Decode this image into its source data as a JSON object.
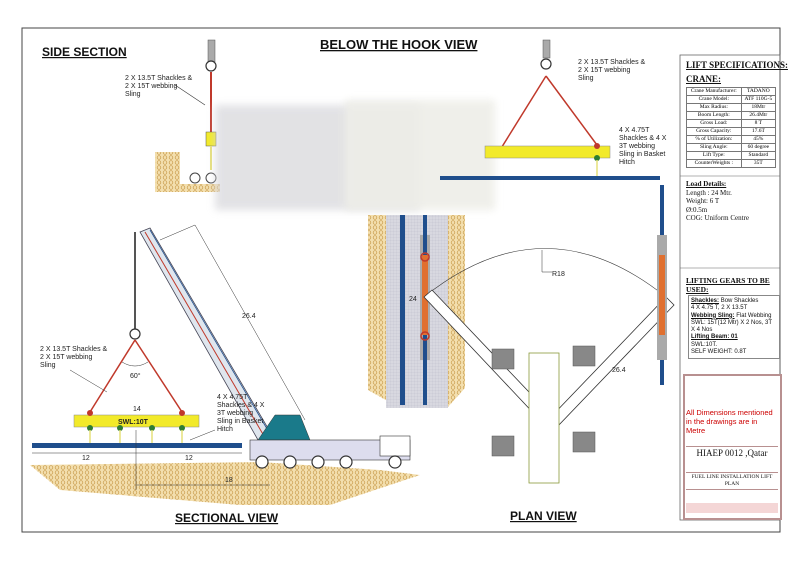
{
  "titles": {
    "side_section": "SIDE SECTION",
    "below_hook": "BELOW THE HOOK VIEW",
    "sectional_view": "SECTIONAL VIEW",
    "plan_view": "PLAN VIEW"
  },
  "annotations": {
    "side_sling": [
      "2 X 13.5T Shackles &",
      "2 X 15T webbing",
      "Sling"
    ],
    "basket": [
      "4 X 4.75T",
      "Shackles & 4 X",
      "3T webbing",
      "Sling in Basket",
      "Hitch"
    ],
    "sect_sling": [
      "2 X 13.5T Shackles &",
      "2 X 15T webbing",
      "Sling"
    ],
    "sect_basket": [
      "4 X 4.75T",
      "Shackles & 4 X",
      "3T webbing",
      "Sling in Basket",
      "Hitch"
    ],
    "angle": "60°",
    "beam_len": "14",
    "beam_swl": "SWL:10T",
    "dim_left": "12",
    "dim_right": "12",
    "dim_radius": "18",
    "boom": "26.4",
    "plan_radius": "R18",
    "plan_pipe": "24",
    "plan_boom": "26.4"
  },
  "specs": {
    "title": "LIFT SPECIFICATIONS:",
    "crane_title": "CRANE:",
    "rows": [
      [
        "Crane Manufacturer:",
        "TADANO"
      ],
      [
        "Crane Model:",
        "ATF 110G-5"
      ],
      [
        "Max Radius:",
        "18Mtr"
      ],
      [
        "Boom Length:",
        "26.4Mtr"
      ],
      [
        "Gross Load:",
        "8 T"
      ],
      [
        "Gross Capacity:",
        "17.6T"
      ],
      [
        "% of Utilization:",
        "45%"
      ],
      [
        "Sling Angle:",
        "60 degree"
      ],
      [
        "Lift Type:",
        "Standard"
      ],
      [
        "CounterWeights :",
        "35T"
      ]
    ]
  },
  "load": {
    "title": "Load Details:",
    "lines": [
      "Length : 24 Mtr.",
      "Weight: 6 T",
      "Ø:0.5m",
      "COG: Uniform Centre"
    ]
  },
  "gears": {
    "title": "LIFTING GEARS TO BE USED:",
    "shackles_label": "Shackles:",
    "shackles_val": " Bow Shackles",
    "shackles_detail": "4 X 4.75 T, 2 X 13.5T",
    "webbing_label": "Webbing Sling:",
    "webbing_val": " Flat Webbing",
    "webbing_detail": "SWL: 15T(12 Mtr) X 2 Nos, 3T X 4 Nos",
    "beam_label": "Lifting Beam: 01",
    "beam_swl": "SWL:10T.",
    "beam_weight": "SELF WEIGHT: 0.8T"
  },
  "title_block": {
    "note": "All Dimensions mentioned in the drawings are in Metre",
    "project": "HIAEP 0012 ,Qatar",
    "drawing_title": "FUEL LINE INSTALLATION LIFT PLAN"
  },
  "colors": {
    "sling": "#c0392b",
    "beam": "#f2ea2a",
    "pipe": "#1f4e8c",
    "crane_body": "#1a7a8a",
    "ground": "#e8c98a",
    "note_red": "#cc0000"
  }
}
